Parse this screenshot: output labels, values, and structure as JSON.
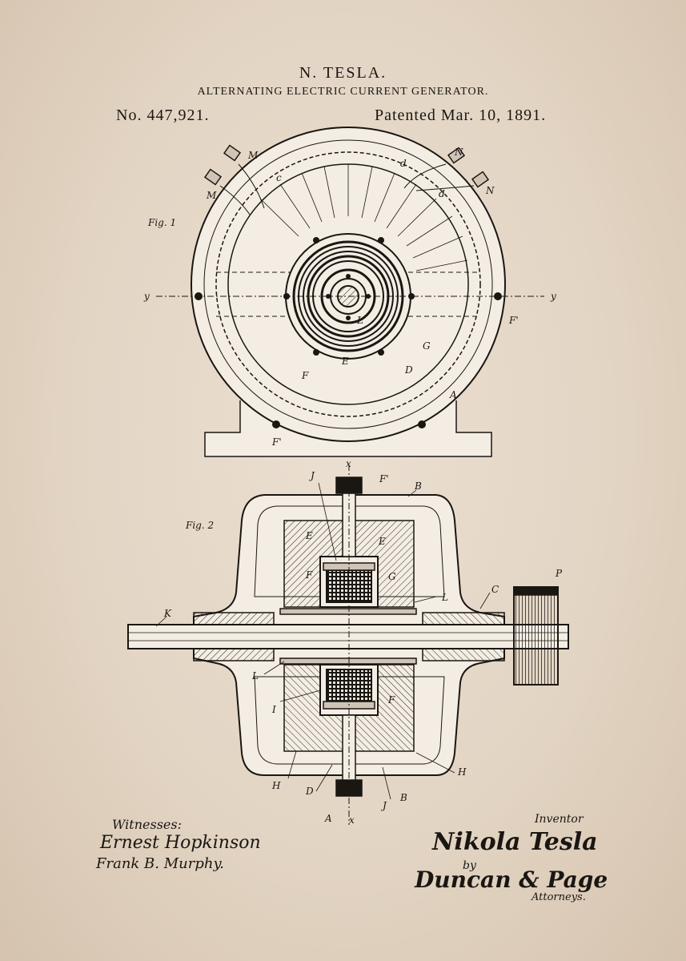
{
  "header": {
    "title": "N. TESLA.",
    "subtitle": "ALTERNATING ELECTRIC CURRENT GENERATOR.",
    "patent_number": "No. 447,921.",
    "patent_date": "Patented Mar. 10, 1891."
  },
  "figures": {
    "fig1": {
      "label": "Fig. 1",
      "letters": {
        "M": "M",
        "M2": "M",
        "N": "N",
        "N2": "N",
        "c": "c",
        "d": "d",
        "d2": "d",
        "y_left": "y",
        "y_right": "y",
        "F_prime": "F'",
        "G": "G",
        "L": "L",
        "F": "F",
        "E": "E",
        "D": "D",
        "A": "A",
        "F_prime_base": "F'"
      }
    },
    "fig2": {
      "label": "Fig. 2",
      "letters": {
        "x_top": "x",
        "F_prime": "F'",
        "B_top": "B",
        "J_top": "J",
        "E_left": "E",
        "E_right": "E",
        "F_top": "F",
        "G": "G",
        "L_right": "L",
        "C": "C",
        "P": "P",
        "K": "K",
        "L_left": "L",
        "I": "I",
        "F_bottom": "F",
        "H_left": "H",
        "H_right": "H",
        "D": "D",
        "J_bottom": "J",
        "B_bottom": "B",
        "A": "A",
        "x_bottom": "x"
      }
    }
  },
  "signatures": {
    "witnesses_label": "Witnesses:",
    "witness_1": "Ernest Hopkinson",
    "witness_2": "Frank B. Murphy.",
    "inventor_label": "Inventor",
    "inventor": "Nikola Tesla",
    "by": "by",
    "attorney": "Duncan & Page",
    "attorneys_label": "Attorneys."
  }
}
